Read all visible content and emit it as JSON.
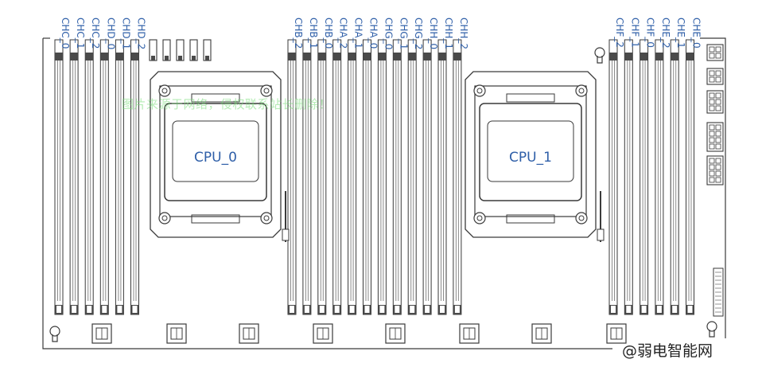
{
  "slots": {
    "left": [
      "CHC_0",
      "CHC_1",
      "CHC_2",
      "CHD_0",
      "CHD_1",
      "CHD_2"
    ],
    "middle": [
      "CHB_2",
      "CHB_1",
      "CHB_0",
      "CHA_2",
      "CHA_1",
      "CHA_0",
      "CHG_0",
      "CHG_1",
      "CHG_2",
      "CHH_0",
      "CHH_1",
      "CHH_2"
    ],
    "right": [
      "CHF_2",
      "CHF_1",
      "CHF_0",
      "CHE_2",
      "CHE_1",
      "CHE_0"
    ]
  },
  "cpus": [
    "CPU_0",
    "CPU_1"
  ],
  "watermark": "图片来源于网络，侵权联系站长删除！",
  "brand": "@弱电智能网",
  "colors": {
    "label": "#2f5fa8",
    "line": "#3a3a3a",
    "watermark": "#78dc78"
  }
}
